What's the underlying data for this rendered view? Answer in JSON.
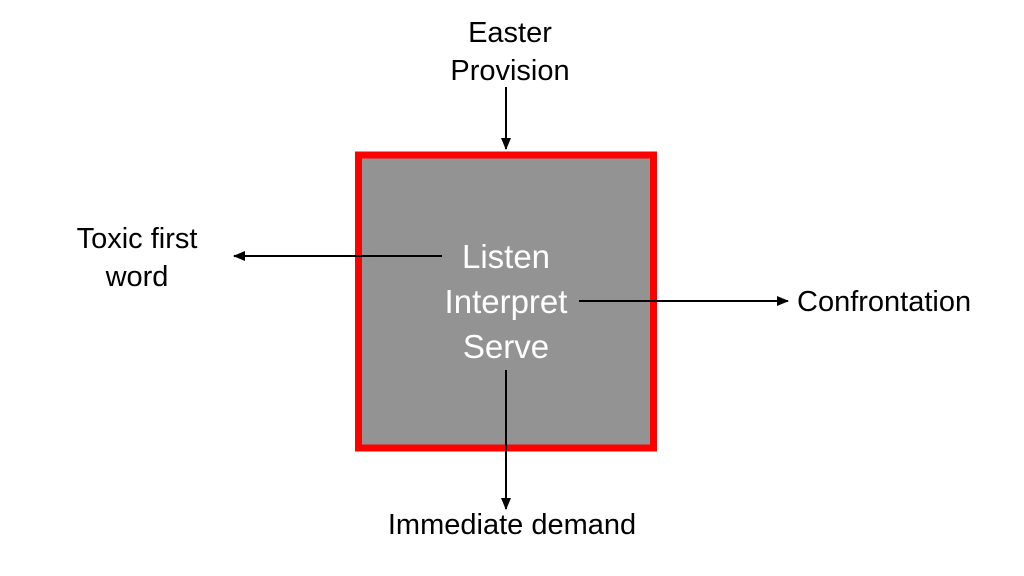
{
  "box": {
    "lines": [
      "Listen",
      "Interpret",
      "Serve"
    ],
    "fill_color": "#939393",
    "border_color": "#ff0000",
    "text_color": "#ffffff"
  },
  "inputs": {
    "top": [
      "Easter",
      "Provision"
    ]
  },
  "outputs": {
    "left": [
      "Toxic first",
      "word"
    ],
    "right": "Confrontation",
    "bottom": "Immediate demand"
  }
}
